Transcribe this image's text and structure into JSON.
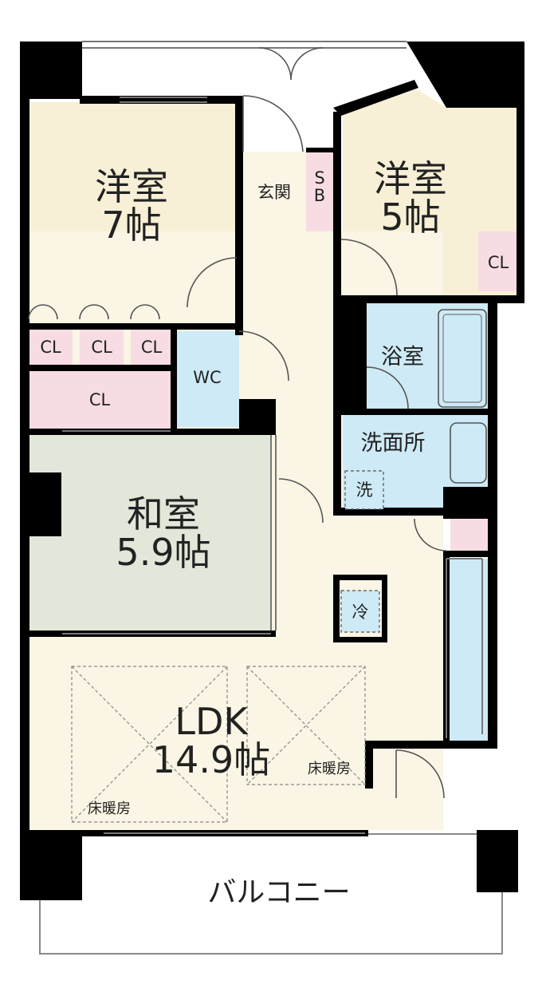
{
  "rooms": {
    "western_7": "洋室\n7帖",
    "western_5": "洋室\n5帖",
    "japanese": "和室\n5.9帖",
    "ldk": "LDK\n14.9帖",
    "entrance": "玄関",
    "shoe_box": "S\nB",
    "toilet": "WC",
    "bath": "浴室",
    "washroom": "洗面所",
    "washer": "洗",
    "fridge": "冷",
    "balcony": "バルコニー"
  },
  "closets": {
    "cl_left": "CL",
    "cl_mid": "CL",
    "cl_right": "CL",
    "cl_wide": "CL",
    "cl_west5": "CL"
  },
  "floor_heating": {
    "left": "床暖房",
    "right": "床暖房"
  },
  "colors": {
    "western": "#f7f0d6",
    "ldk": "#faf5e4",
    "japanese": "#e2e8d9",
    "water": "#cdeaf6",
    "closet": "#f7dde3",
    "wall": "#000000",
    "balcony": "#ffffff"
  }
}
